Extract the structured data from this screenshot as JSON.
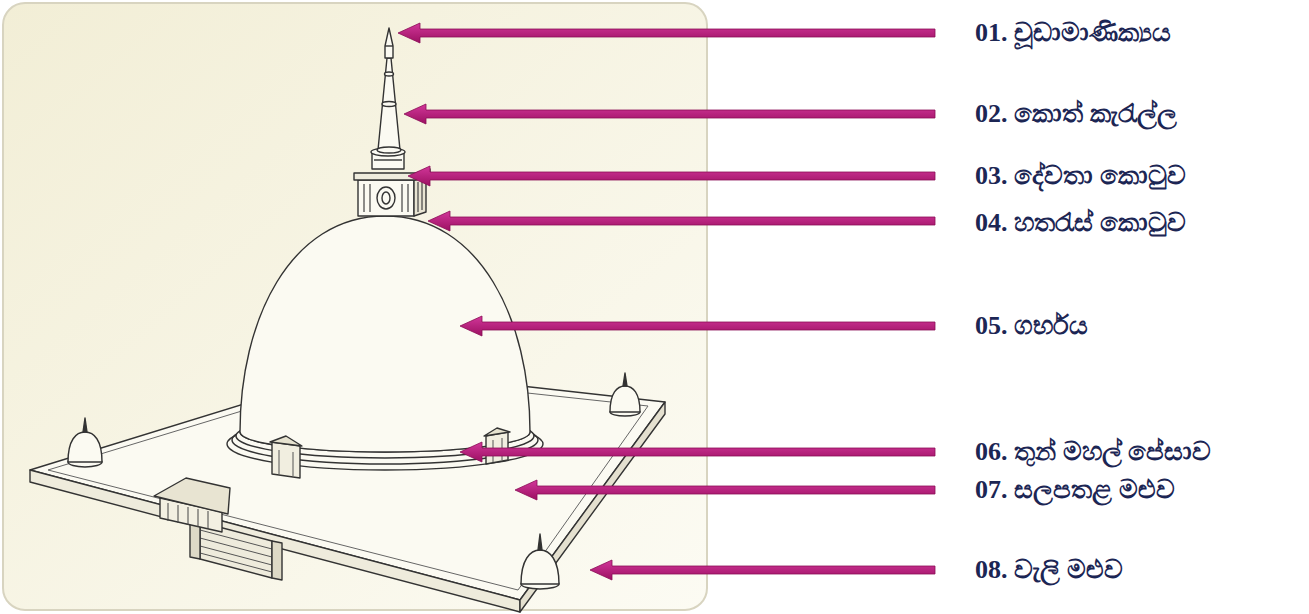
{
  "diagram": {
    "labels": [
      "01. චූඩාමාණික්‍යය",
      "02. කොත් කැරැල්ල",
      "03. දේවතා කොටුව",
      "04. හතරැස් කොටුව",
      "05. ගර්භය",
      "06. තුන් මහල් පේසාව",
      "07. සලපතළ මළුව",
      "08. වැලි මළුව"
    ]
  }
}
